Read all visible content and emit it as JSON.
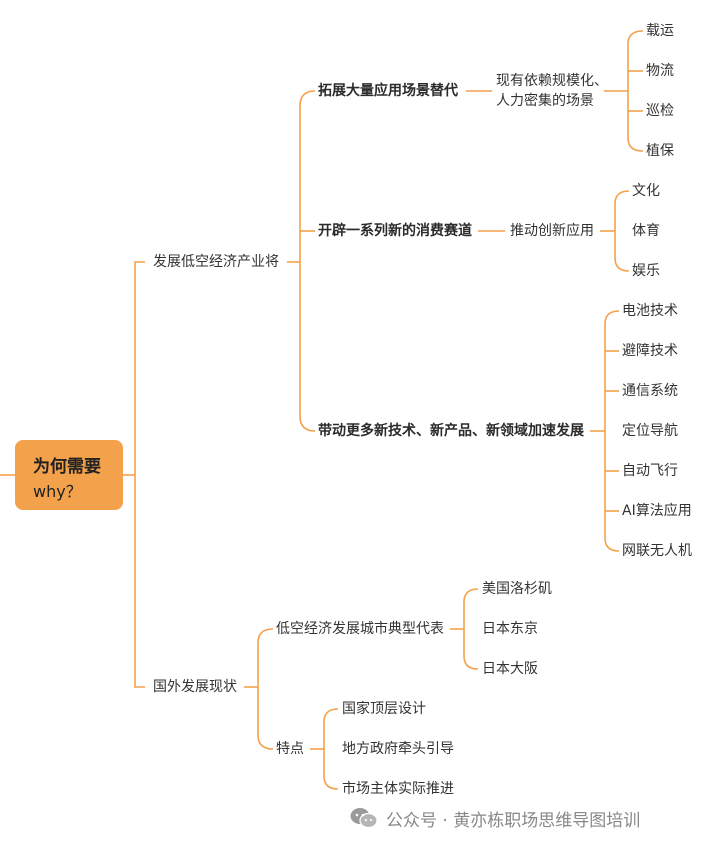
{
  "colors": {
    "line": "#F4A14B",
    "root_fill": "#F4A14B"
  },
  "root": {
    "line1": "为何需要",
    "line2": "why？"
  },
  "branches": {
    "develop": "发展低空经济产业将",
    "expand": "拓展大量应用场景替代",
    "replace": "现有依赖规模化、",
    "replace2": "人力密集的场景",
    "scenes": [
      "载运",
      "物流",
      "巡检",
      "植保"
    ],
    "open": "开辟一系列新的消费赛道",
    "promote": "推动创新应用",
    "consume": [
      "文化",
      "体育",
      "娱乐"
    ],
    "drive": "带动更多新技术、新产品、新领域加速发展",
    "tech": [
      "电池技术",
      "避障技术",
      "通信系统",
      "定位导航",
      "自动飞行",
      "AI算法应用",
      "网联无人机"
    ],
    "abroad": "国外发展现状",
    "cities_title": "低空经济发展城市典型代表",
    "cities": [
      "美国洛杉矶",
      "日本东京",
      "日本大阪"
    ],
    "features_title": "特点",
    "features": [
      "国家顶层设计",
      "地方政府牵头引导",
      "市场主体实际推进"
    ]
  },
  "watermark": {
    "text": "公众号 · 黄亦栋职场思维导图培训",
    "icon": "wechat-icon"
  }
}
